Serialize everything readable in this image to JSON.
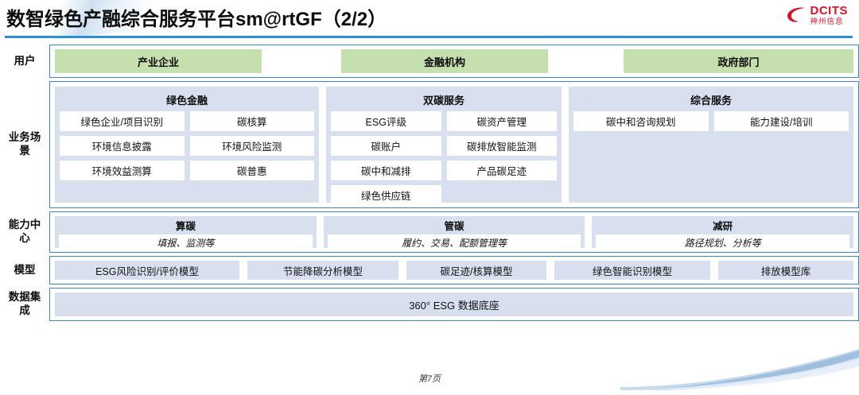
{
  "header": {
    "title": "数智绿色产融综合服务平台sm@rtGF（2/2）",
    "logo_name": "DCITS",
    "logo_sub": "神州信息"
  },
  "colors": {
    "accent_blue": "#3d85c8",
    "rule_blue": "#2f8fd4",
    "panel_blue": "#d8e0f0",
    "user_green": "#c6dfae",
    "logo_red": "#d6142a"
  },
  "rows": {
    "users": {
      "label": "用户",
      "items": [
        {
          "label": "产业企业"
        },
        {
          "label": "金融机构"
        },
        {
          "label": "政府部门"
        }
      ]
    },
    "business": {
      "label": "业务场景",
      "panels": [
        {
          "title": "绿色金融",
          "cells": [
            "绿色企业/项目识别",
            "碳核算",
            "环境信息披露",
            "环境风险监测",
            "环境效益测算",
            "碳普惠"
          ]
        },
        {
          "title": "双碳服务",
          "cells": [
            "ESG评级",
            "碳资产管理",
            "碳账户",
            "碳排放智能监测",
            "碳中和减排",
            "产品碳足迹",
            "绿色供应链"
          ]
        },
        {
          "title": "综合服务",
          "cells": [
            "碳中和咨询规划",
            "能力建设/培训"
          ]
        }
      ]
    },
    "capability": {
      "label": "能力中心",
      "items": [
        {
          "title": "算碳",
          "desc": "填报、监测等"
        },
        {
          "title": "管碳",
          "desc": "履约、交易、配额管理等"
        },
        {
          "title": "减研",
          "desc": "路径规划、分析等"
        }
      ]
    },
    "model": {
      "label": "模型",
      "items": [
        {
          "label": "ESG风险识别/评价模型"
        },
        {
          "label": "节能降碳分析模型"
        },
        {
          "label": "碳足迹/核算模型"
        },
        {
          "label": "绿色智能识别模型"
        },
        {
          "label": "排放模型库"
        }
      ]
    },
    "data": {
      "label": "数据集成",
      "items": [
        {
          "label": "360° ESG 数据底座"
        }
      ]
    }
  },
  "footer": {
    "page": "第7页"
  }
}
